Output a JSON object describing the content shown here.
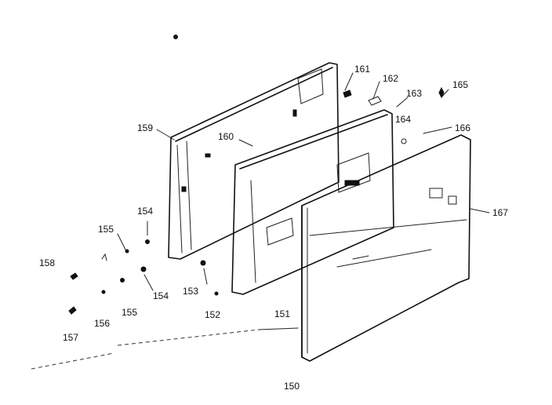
{
  "labels": {
    "l150": "150",
    "l151": "151",
    "l152": "152",
    "l153": "153",
    "l154a": "154",
    "l154b": "154",
    "l155a": "155",
    "l155b": "155",
    "l156": "156",
    "l157": "157",
    "l158": "158",
    "l159": "159",
    "l160": "160",
    "l161": "161",
    "l162": "162",
    "l163": "163",
    "l164": "164",
    "l165": "165",
    "l166": "166",
    "l167": "167"
  }
}
